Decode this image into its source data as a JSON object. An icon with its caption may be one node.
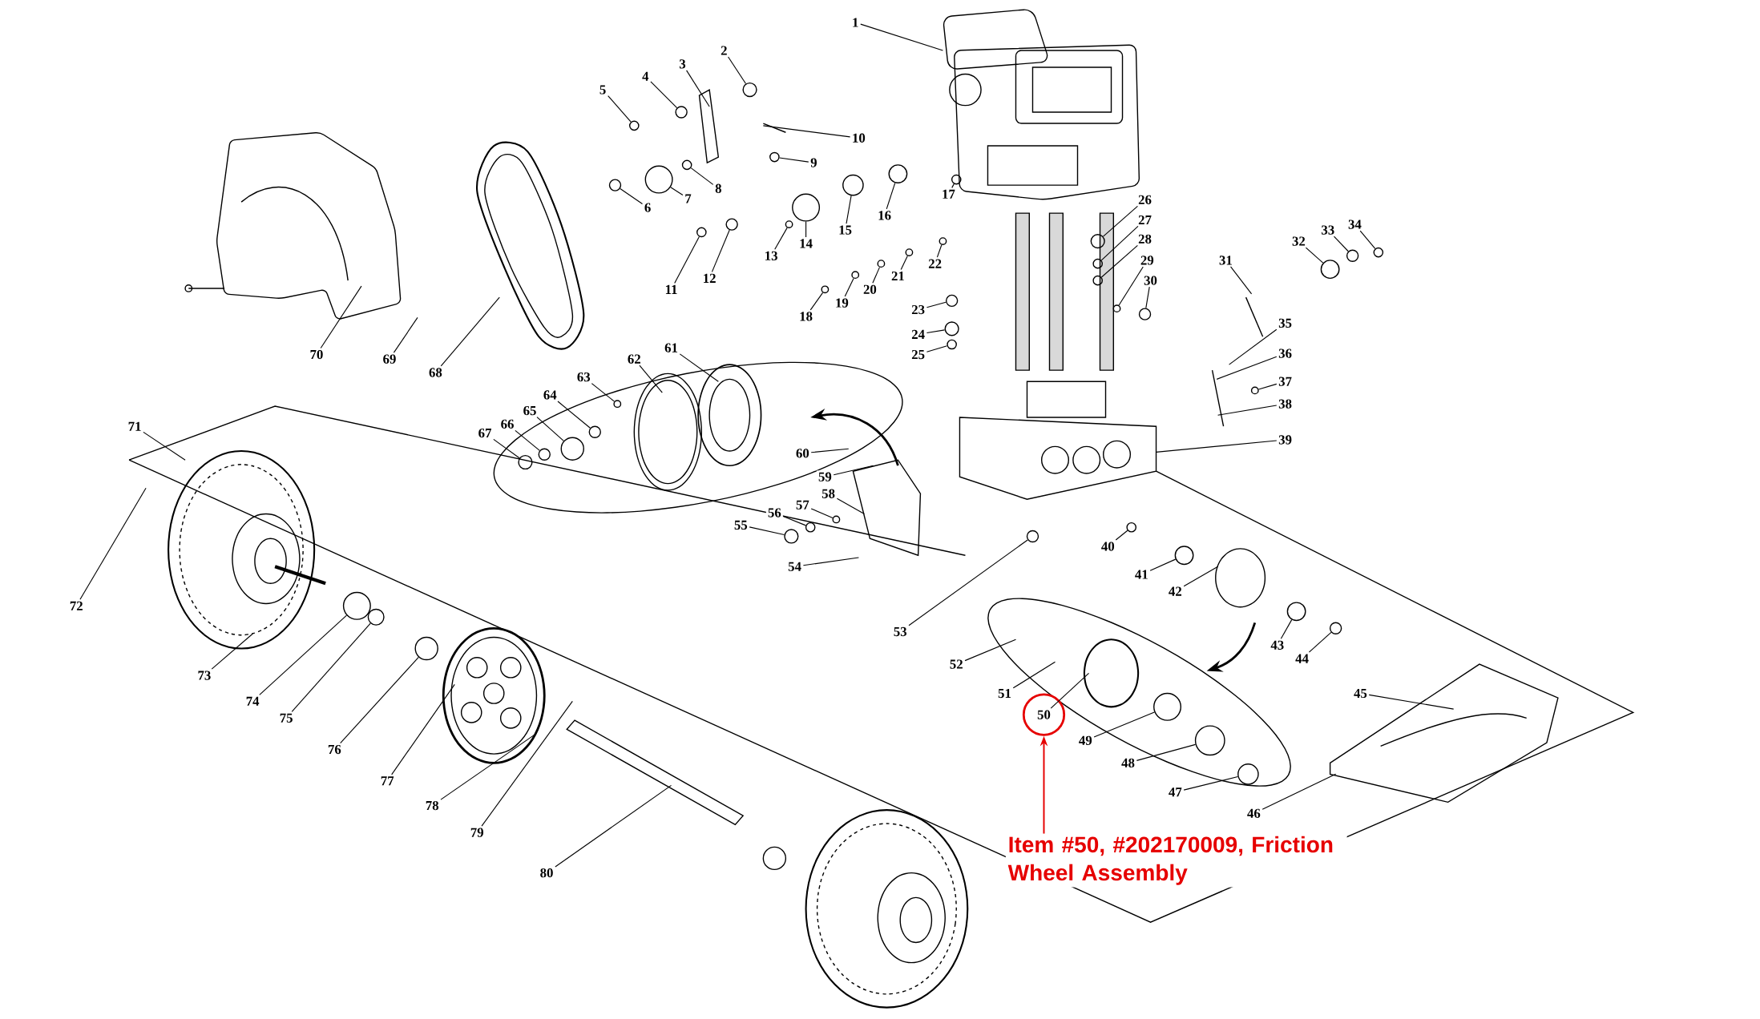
{
  "diagram": {
    "nodes": [
      {
        "text": [
          "1"
        ]
      },
      {
        "text": [
          "2"
        ]
      },
      {
        "text": [
          "3"
        ]
      },
      {
        "text": [
          "4"
        ]
      },
      {
        "text": [
          "5"
        ]
      },
      {
        "text": [
          "6"
        ]
      },
      {
        "text": [
          "7"
        ]
      },
      {
        "text": [
          "8"
        ]
      },
      {
        "text": [
          "9"
        ]
      },
      {
        "text": [
          "10"
        ]
      },
      {
        "text": [
          "11"
        ]
      },
      {
        "text": [
          "12"
        ]
      },
      {
        "text": [
          "13"
        ]
      },
      {
        "text": [
          "14"
        ]
      },
      {
        "text": [
          "15"
        ]
      },
      {
        "text": [
          "16"
        ]
      },
      {
        "text": [
          "17"
        ]
      },
      {
        "text": [
          "18"
        ]
      },
      {
        "text": [
          "19"
        ]
      },
      {
        "text": [
          "20"
        ]
      },
      {
        "text": [
          "21"
        ]
      },
      {
        "text": [
          "22"
        ]
      },
      {
        "text": [
          "23"
        ]
      },
      {
        "text": [
          "24"
        ]
      },
      {
        "text": [
          "25"
        ]
      },
      {
        "text": [
          "26"
        ]
      },
      {
        "text": [
          "27"
        ]
      },
      {
        "text": [
          "28"
        ]
      },
      {
        "text": [
          "29"
        ]
      },
      {
        "text": [
          "30"
        ]
      },
      {
        "text": [
          "31"
        ]
      },
      {
        "text": [
          "32"
        ]
      },
      {
        "text": [
          "33"
        ]
      },
      {
        "text": [
          "34"
        ]
      },
      {
        "text": [
          "35"
        ]
      },
      {
        "text": [
          "36"
        ]
      },
      {
        "text": [
          "37"
        ]
      },
      {
        "text": [
          "38"
        ]
      },
      {
        "text": [
          "39"
        ]
      },
      {
        "text": [
          "40"
        ]
      },
      {
        "text": [
          "41"
        ]
      },
      {
        "text": [
          "42"
        ]
      },
      {
        "text": [
          "43"
        ]
      },
      {
        "text": [
          "44"
        ]
      },
      {
        "text": [
          "45"
        ]
      },
      {
        "text": [
          "46"
        ]
      },
      {
        "text": [
          "47"
        ]
      },
      {
        "text": [
          "48"
        ]
      },
      {
        "text": [
          "49"
        ]
      },
      {
        "text": [],
        "shape": "circle"
      },
      {
        "text": [
          "50"
        ],
        "in": 49
      },
      {
        "text": [
          "51"
        ]
      },
      {
        "text": [
          "52"
        ]
      },
      {
        "text": [
          "53"
        ]
      },
      {
        "text": [
          "54"
        ]
      },
      {
        "text": [
          "55"
        ]
      },
      {
        "text": [
          "56"
        ]
      },
      {
        "text": [
          "57"
        ]
      },
      {
        "text": [
          "58"
        ]
      },
      {
        "text": [
          "59"
        ]
      },
      {
        "text": [
          "60"
        ]
      },
      {
        "text": [
          "61"
        ]
      },
      {
        "text": [
          "62"
        ]
      },
      {
        "text": [
          "63"
        ]
      },
      {
        "text": [
          "64"
        ]
      },
      {
        "text": [
          "65"
        ]
      },
      {
        "text": [
          "66"
        ]
      },
      {
        "text": [
          "67"
        ]
      },
      {
        "text": [
          "68"
        ]
      },
      {
        "text": [
          "69"
        ]
      },
      {
        "text": [
          "70"
        ]
      },
      {
        "text": [
          "71"
        ]
      },
      {
        "text": [
          "72"
        ]
      },
      {
        "text": [
          "73"
        ]
      },
      {
        "text": [
          "74"
        ]
      },
      {
        "text": [
          "75"
        ]
      },
      {
        "text": [
          "76"
        ]
      },
      {
        "text": [
          "77"
        ]
      },
      {
        "text": [
          "78"
        ]
      },
      {
        "text": [
          "79"
        ]
      },
      {
        "text": [
          "80"
        ]
      },
      {
        "text": [
          "Item #50, #202170009, Friction Wheel Assembly"
        ]
      },
      {
        "text": [],
        "shape": "circle"
      },
      {
        "text": [],
        "shape": "circle"
      },
      {
        "text": [],
        "shape": "circle"
      },
      {
        "text": [],
        "shape": "circle"
      },
      {
        "text": [],
        "shape": "circle"
      },
      {
        "text": [],
        "shape": "circle"
      },
      {
        "text": [],
        "shape": "circle"
      },
      {
        "text": [],
        "shape": "circle"
      },
      {
        "text": [],
        "shape": "circle"
      },
      {
        "text": [],
        "shape": "circle"
      },
      {
        "text": [],
        "shape": "circle"
      },
      {
        "text": [],
        "shape": "circle"
      },
      {
        "text": [],
        "shape": "circle"
      },
      {
        "text": [],
        "shape": "circle"
      },
      {
        "text": [],
        "shape": "circle"
      },
      {
        "text": [],
        "shape": "circle"
      },
      {
        "text": [],
        "shape": "circle"
      },
      {
        "text": [],
        "shape": "circle"
      },
      {
        "text": [],
        "shape": "circle"
      },
      {
        "text": [],
        "shape": "circle"
      },
      {
        "text": [],
        "shape": "circle"
      },
      {
        "text": [],
        "shape": "circle"
      },
      {
        "text": [],
        "shape": "circle"
      },
      {
        "text": [],
        "shape": "circle"
      },
      {
        "text": [],
        "shape": "circle"
      },
      {
        "text": [],
        "shape": "circle"
      },
      {
        "text": [],
        "shape": "circle"
      },
      {
        "text": [],
        "shape": "circle"
      },
      {
        "text": [],
        "shape": "circle"
      },
      {
        "text": [],
        "shape": "circle"
      },
      {
        "text": [],
        "shape": "circle"
      },
      {
        "text": [],
        "shape": "circle"
      },
      {
        "text": [],
        "shape": "circle"
      },
      {
        "text": [],
        "shape": "circle"
      },
      {
        "text": [],
        "shape": "circle"
      },
      {
        "text": [],
        "shape": "circle"
      },
      {
        "text": [],
        "shape": "circle"
      },
      {
        "text": [],
        "shape": "circle"
      },
      {
        "text": [],
        "shape": "circle"
      },
      {
        "text": [],
        "shape": "circle"
      },
      {
        "text": [],
        "shape": "circle"
      },
      {
        "text": [],
        "shape": "circle"
      },
      {
        "text": [],
        "shape": "circle"
      },
      {
        "text": [],
        "shape": "circle"
      },
      {
        "text": [],
        "shape": "circle"
      },
      {
        "text": [],
        "shape": "circle"
      },
      {
        "text": [],
        "shape": "circle"
      },
      {
        "text": [],
        "shape": "circle"
      },
      {
        "text": [],
        "shape": "circle"
      },
      {
        "text": [],
        "shape": "circle"
      }
    ],
    "edges": [
      {
        "from": 0,
        "to": null,
        "arrow": "none"
      },
      {
        "from": 1,
        "to": 82,
        "arrow": "none"
      },
      {
        "from": 2,
        "to": null,
        "arrow": "none"
      },
      {
        "from": 3,
        "to": 83,
        "arrow": "none"
      },
      {
        "from": 4,
        "to": 84,
        "arrow": "none"
      },
      {
        "from": 5,
        "to": 85,
        "arrow": "none"
      },
      {
        "from": 6,
        "to": 86,
        "arrow": "none"
      },
      {
        "from": 7,
        "to": 87,
        "arrow": "none"
      },
      {
        "from": 8,
        "to": 88,
        "arrow": "none"
      },
      {
        "from": 9,
        "to": null,
        "arrow": "none"
      },
      {
        "from": 10,
        "to": 89,
        "arrow": "none"
      },
      {
        "from": 11,
        "to": 90,
        "arrow": "none"
      },
      {
        "from": 12,
        "to": 91,
        "arrow": "none"
      },
      {
        "from": 13,
        "to": 92,
        "arrow": "none"
      },
      {
        "from": 14,
        "to": 93,
        "arrow": "none"
      },
      {
        "from": 15,
        "to": 94,
        "arrow": "none"
      },
      {
        "from": 16,
        "to": 95,
        "arrow": "none"
      },
      {
        "from": 17,
        "to": 96,
        "arrow": "none"
      },
      {
        "from": 18,
        "to": 97,
        "arrow": "none"
      },
      {
        "from": 19,
        "to": 98,
        "arrow": "none"
      },
      {
        "from": 20,
        "to": 99,
        "arrow": "none"
      },
      {
        "from": 21,
        "to": 100,
        "arrow": "none"
      },
      {
        "from": 22,
        "to": 101,
        "arrow": "none"
      },
      {
        "from": 23,
        "to": 102,
        "arrow": "none"
      },
      {
        "from": 24,
        "to": 103,
        "arrow": "none"
      },
      {
        "from": 25,
        "to": 104,
        "arrow": "none"
      },
      {
        "from": 26,
        "to": 105,
        "arrow": "none"
      },
      {
        "from": 27,
        "to": 106,
        "arrow": "none"
      },
      {
        "from": 28,
        "to": 107,
        "arrow": "none"
      },
      {
        "from": 29,
        "to": 108,
        "arrow": "none"
      },
      {
        "from": 30,
        "to": null,
        "arrow": "none"
      },
      {
        "from": 31,
        "to": 109,
        "arrow": "none"
      },
      {
        "from": 32,
        "to": 110,
        "arrow": "none"
      },
      {
        "from": 33,
        "to": 111,
        "arrow": "none"
      },
      {
        "from": 34,
        "to": null,
        "arrow": "none"
      },
      {
        "from": 35,
        "to": null,
        "arrow": "none"
      },
      {
        "from": 36,
        "to": 112,
        "arrow": "none"
      },
      {
        "from": 37,
        "to": null,
        "arrow": "none"
      },
      {
        "from": 38,
        "to": null,
        "arrow": "none"
      },
      {
        "from": 39,
        "to": 113,
        "arrow": "none"
      },
      {
        "from": 40,
        "to": 114,
        "arrow": "none"
      },
      {
        "from": 41,
        "to": null,
        "arrow": "none"
      },
      {
        "from": 42,
        "to": 115,
        "arrow": "none"
      },
      {
        "from": 43,
        "to": 116,
        "arrow": "none"
      },
      {
        "from": 44,
        "to": null,
        "arrow": "none"
      },
      {
        "from": 45,
        "to": null,
        "arrow": "none"
      },
      {
        "from": 46,
        "to": 117,
        "arrow": "none"
      },
      {
        "from": 47,
        "to": 131,
        "arrow": "none"
      },
      {
        "from": 48,
        "to": 118,
        "arrow": "none"
      },
      {
        "from": 50,
        "to": null,
        "arrow": "none"
      },
      {
        "from": 51,
        "to": null,
        "arrow": "none"
      },
      {
        "from": 52,
        "to": null,
        "arrow": "none"
      },
      {
        "from": 53,
        "to": 119,
        "arrow": "none"
      },
      {
        "from": 54,
        "to": null,
        "arrow": "none"
      },
      {
        "from": 55,
        "to": 120,
        "arrow": "none"
      },
      {
        "from": 56,
        "to": 121,
        "arrow": "none"
      },
      {
        "from": 57,
        "to": 122,
        "arrow": "none"
      },
      {
        "from": 58,
        "to": null,
        "arrow": "none"
      },
      {
        "from": 59,
        "to": null,
        "arrow": "none"
      },
      {
        "from": 60,
        "to": null,
        "arrow": "none"
      },
      {
        "from": 61,
        "to": null,
        "arrow": "none"
      },
      {
        "from": 62,
        "to": null,
        "arrow": "none"
      },
      {
        "from": 63,
        "to": 123,
        "arrow": "none"
      },
      {
        "from": 64,
        "to": 124,
        "arrow": "none"
      },
      {
        "from": 65,
        "to": 125,
        "arrow": "none"
      },
      {
        "from": 66,
        "to": 126,
        "arrow": "none"
      },
      {
        "from": 67,
        "to": 127,
        "arrow": "none"
      },
      {
        "from": 68,
        "to": null,
        "arrow": "none"
      },
      {
        "from": 69,
        "to": null,
        "arrow": "none"
      },
      {
        "from": 70,
        "to": null,
        "arrow": "none"
      },
      {
        "from": 71,
        "to": null,
        "arrow": "none"
      },
      {
        "from": 72,
        "to": null,
        "arrow": "none"
      },
      {
        "from": 73,
        "to": null,
        "arrow": "none"
      },
      {
        "from": 74,
        "to": 128,
        "arrow": "none"
      },
      {
        "from": 75,
        "to": 129,
        "arrow": "none"
      },
      {
        "from": 76,
        "to": 130,
        "arrow": "none"
      },
      {
        "from": 77,
        "to": null,
        "arrow": "none"
      },
      {
        "from": 78,
        "to": null,
        "arrow": "none"
      },
      {
        "from": 79,
        "to": null,
        "arrow": "none"
      },
      {
        "from": 80,
        "to": null,
        "arrow": "none"
      },
      {
        "from": 81,
        "to": 49,
        "arrow": "to",
        "color": "#e60000"
      }
    ]
  }
}
